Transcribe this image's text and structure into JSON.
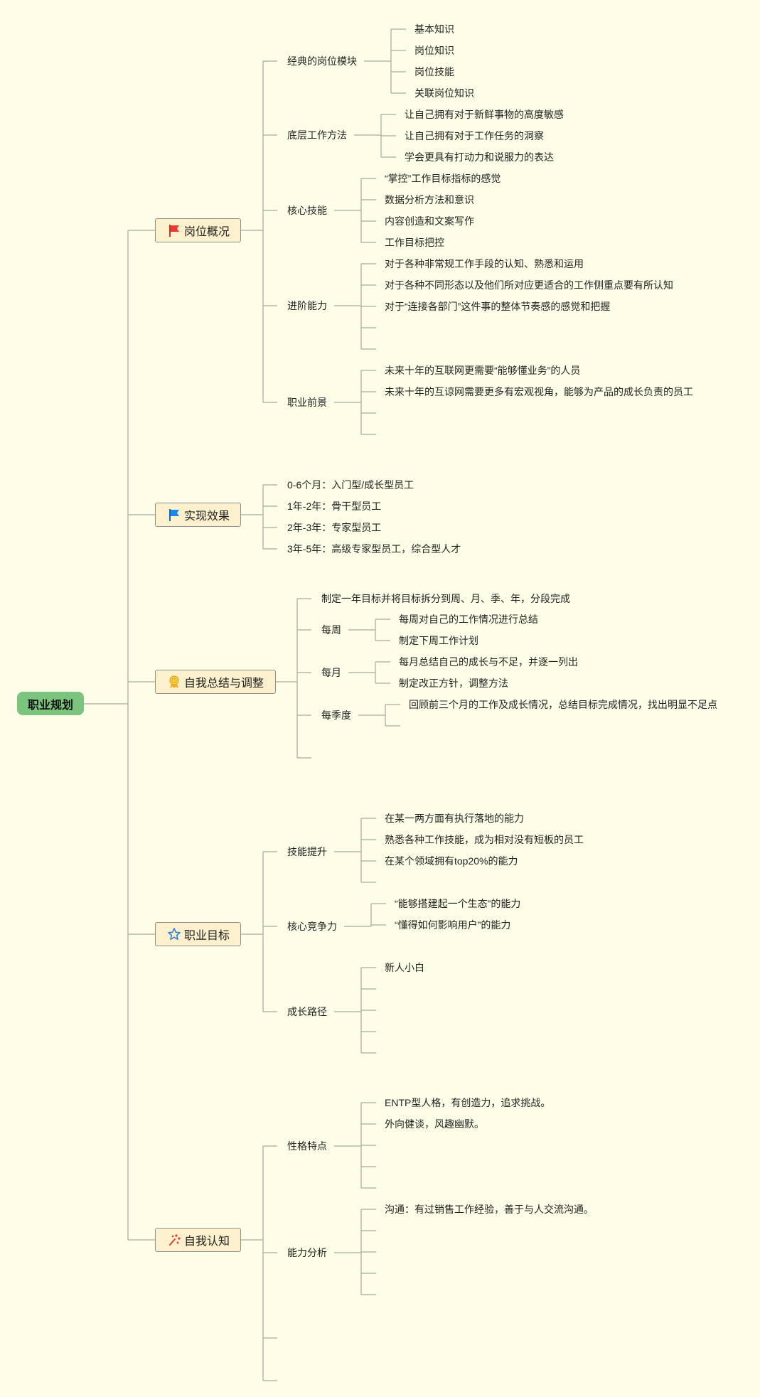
{
  "root": "职业规划",
  "branches": [
    {
      "label": "岗位概况",
      "icon": "red-flag-icon",
      "children": [
        {
          "label": "经典的岗位模块",
          "children": [
            "基本知识",
            "岗位知识",
            "岗位技能",
            "关联岗位知识"
          ]
        },
        {
          "label": "底层工作方法",
          "children": [
            "让自己拥有对于新鲜事物的高度敏感",
            "让自己拥有对于工作任务的洞察",
            "学会更具有打动力和说服力的表达"
          ]
        },
        {
          "label": "核心技能",
          "children": [
            "“掌控”工作目标指标的感觉",
            "数据分析方法和意识",
            "内容创造和文案写作",
            "工作目标把控"
          ]
        },
        {
          "label": "进阶能力",
          "children": [
            "对于各种非常规工作手段的认知、熟悉和运用",
            "对于各种不同形态以及他们所对应更适合的工作侧重点要有所认知",
            "对于“连接各部门”这件事的整体节奏感的感觉和把握",
            "",
            ""
          ]
        },
        {
          "label": "职业前景",
          "children": [
            "未来十年的互联网更需要“能够懂业务”的人员",
            "未来十年的互谅网需要更多有宏观视角，能够为产品的成长负责的员工",
            "",
            ""
          ]
        }
      ]
    },
    {
      "label": "实现效果",
      "icon": "blue-flag-icon",
      "children": [
        {
          "label": "0-6个月：入门型/成长型员工",
          "children": []
        },
        {
          "label": "1年-2年：骨干型员工",
          "children": []
        },
        {
          "label": "2年-3年：专家型员工",
          "children": []
        },
        {
          "label": "3年-5年：高级专家型员工，综合型人才",
          "children": []
        }
      ]
    },
    {
      "label": "自我总结与调整",
      "icon": "award-ribbon-icon",
      "children": [
        {
          "label": "制定一年目标并将目标拆分到周、月、季、年，分段完成",
          "children": []
        },
        {
          "label": "每周",
          "children": [
            "每周对自己的工作情况进行总结",
            "制定下周工作计划"
          ]
        },
        {
          "label": "每月",
          "children": [
            "每月总结自己的成长与不足，并逐一列出",
            "制定改正方针，调整方法"
          ]
        },
        {
          "label": "每季度",
          "children": [
            "回顾前三个月的工作及成长情况，总结目标完成情况，找出明显不足点",
            ""
          ]
        },
        {
          "label": "",
          "children": []
        }
      ]
    },
    {
      "label": "职业目标",
      "icon": "star-icon",
      "children": [
        {
          "label": "技能提升",
          "children": [
            "在某一两方面有执行落地的能力",
            "熟悉各种工作技能，成为相对没有短板的员工",
            "在某个领域拥有top20%的能力",
            ""
          ]
        },
        {
          "label": "核心竞争力",
          "children": [
            "“能够搭建起一个生态”的能力",
            "“懂得如何影响用户”的能力"
          ]
        },
        {
          "label": "成长路径",
          "children": [
            "新人小白",
            "",
            "",
            "",
            ""
          ]
        }
      ]
    },
    {
      "label": "自我认知",
      "icon": "sparkle-icon",
      "children": [
        {
          "label": "性格特点",
          "children": [
            "ENTP型人格，有创造力，追求挑战。",
            "外向健谈，风趣幽默。",
            "",
            "",
            ""
          ]
        },
        {
          "label": "能力分析",
          "children": [
            "沟通：有过销售工作经验，善于与人交流沟通。",
            "",
            "",
            "",
            ""
          ]
        },
        {
          "label": "",
          "children": []
        },
        {
          "label": "",
          "children": []
        }
      ]
    }
  ],
  "colors": {
    "background": "#fefee8",
    "line": "#a8a8a0",
    "root_fill": "#7cc47d",
    "branch_fill": "#fdf0cc",
    "branch_border": "#8f8f8f"
  }
}
